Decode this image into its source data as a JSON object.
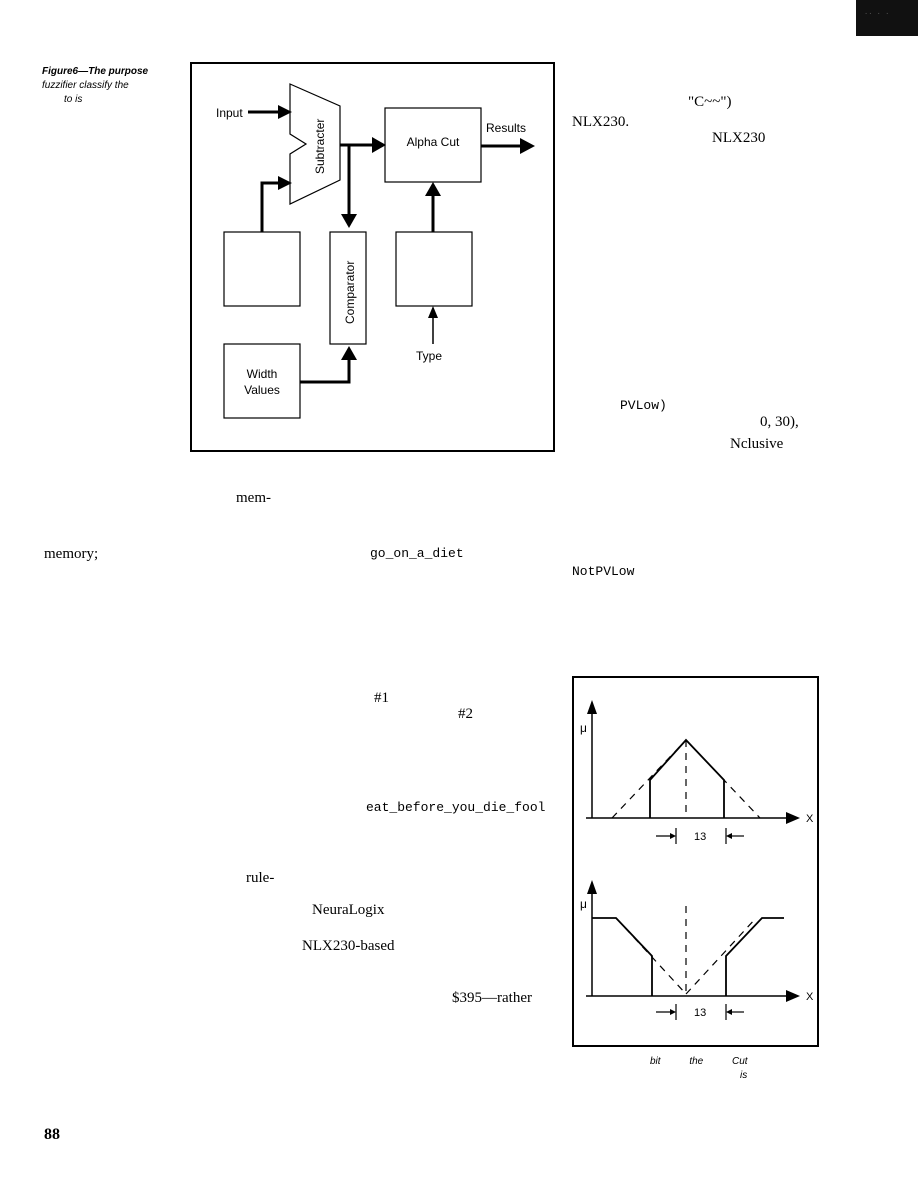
{
  "header": {
    "corner_text": "·· · ·"
  },
  "figure6": {
    "caption_lines": [
      "Figure6—The purpose",
      "fuzzifier classify the",
      "to is"
    ],
    "labels": {
      "input": "Input",
      "subtracter": "Subtracter",
      "alpha_cut": "Alpha Cut",
      "results": "Results",
      "comparator": "Comparator",
      "width": "Width",
      "values": "Values",
      "type": "Type"
    }
  },
  "figure7": {
    "x_label": "X",
    "mu_label": "μ",
    "width_label": "13",
    "caption_lines": [
      "bit the Cut",
      "is"
    ]
  },
  "right_column_fragments": {
    "c_quote": "\"C~~\")",
    "nlx_1": "NLX230.",
    "nlx_2": "NLX230",
    "pvlow": "PVLow)",
    "range": "0, 30),",
    "inclusive": "Nclusive",
    "notpvlow": "NotPVLow"
  },
  "left_column_fragments": {
    "mem": "mem-",
    "memory": "memory;",
    "diet": "go_on_a_diet",
    "rule1": "#1",
    "rule2": "#2",
    "eat": "eat_before_you_die_fool",
    "rule_hyph": "rule-",
    "neuralogix": "NeuraLogix",
    "nlx_based": "NLX230-based",
    "price": "$395—rather"
  },
  "footer": {
    "page_number": "88"
  }
}
